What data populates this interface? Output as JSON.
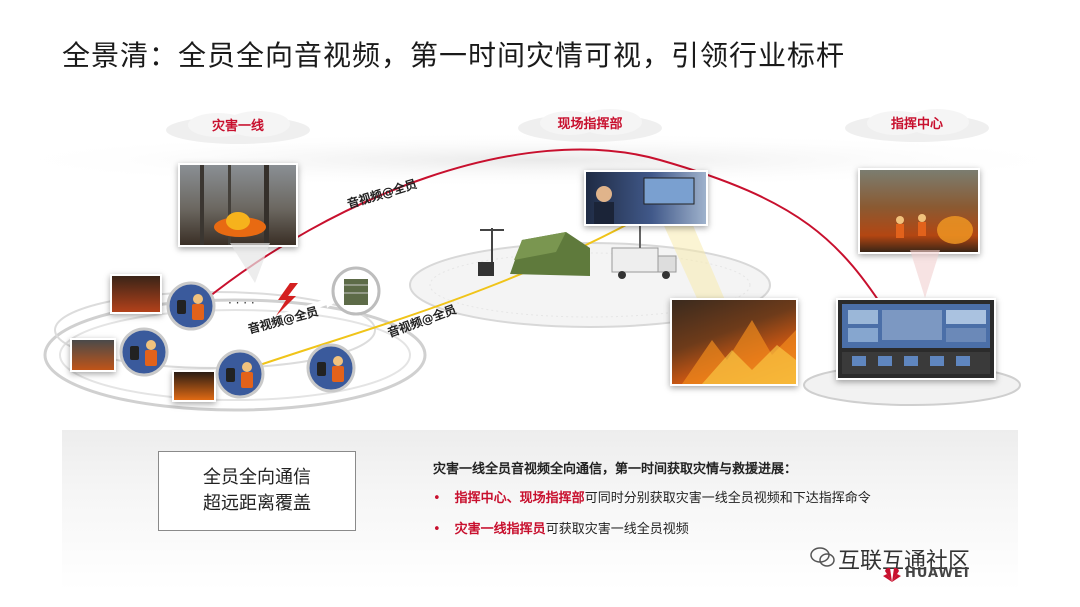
{
  "slide": {
    "title": "全景清：全员全向音视频，第一时间灾情可视，引领行业标杆"
  },
  "nodes": {
    "frontline": "灾害一线",
    "field_command": "现场指挥部",
    "command_center": "指挥中心"
  },
  "links": {
    "av_top": "音视频@全员",
    "av_middle": "音视频@全员",
    "av_right": "音视频@全员",
    "dots": "· · · ·"
  },
  "features": {
    "line1": "全员全向通信",
    "line2": "超远距离覆盖"
  },
  "description": {
    "heading": "灾害一线全员音视频全向通信，第一时间获取灾情与救援进展：",
    "bullet1_highlight": "指挥中心、现场指挥部",
    "bullet1_text": "可同时分别获取灾害一线全员视频和下达指挥命令",
    "bullet2_highlight": "灾害一线指挥员",
    "bullet2_text": "可获取灾害一线全员视频"
  },
  "watermark": {
    "text": "互联互通社区",
    "brand": "HUAWEI"
  },
  "colors": {
    "accent_red": "#c8102e",
    "link_yellow": "#f0c419",
    "node_blue": "#3a5a9c"
  }
}
